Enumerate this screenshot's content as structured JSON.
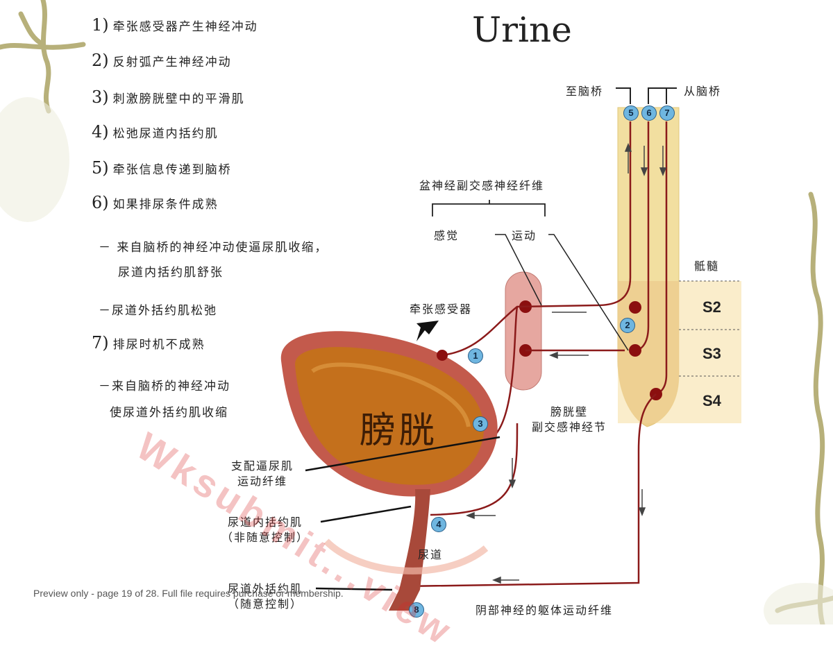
{
  "title": "Urine",
  "steps": [
    {
      "num": "1)",
      "text": "牵张感受器产生神经冲动"
    },
    {
      "num": "2)",
      "text": "反射弧产生神经冲动"
    },
    {
      "num": "3)",
      "text": "刺激膀胱壁中的平滑肌"
    },
    {
      "num": "4)",
      "text": "松弛尿道内括约肌"
    },
    {
      "num": "5)",
      "text": "牵张信息传递到脑桥"
    },
    {
      "num": "6)",
      "text": "如果排尿条件成熟"
    },
    {
      "num": "7)",
      "text": "排尿时机不成熟"
    }
  ],
  "sub_notes": {
    "s6a_line1": "－ 来自脑桥的神经冲动使逼尿肌收缩，",
    "s6a_line2": "尿道内括约肌舒张",
    "s6b": "－尿道外括约肌松弛",
    "s7_line1": "－来自脑桥的神经冲动",
    "s7_line2": "使尿道外括约肌收缩"
  },
  "labels": {
    "to_pons": "至脑桥",
    "from_pons": "从脑桥",
    "pelvic_nerve": "盆神经副交感神经纤维",
    "sensory": "感觉",
    "motor": "运动",
    "sacral_cord": "骶髓",
    "stretch_receptor": "牵张感受器",
    "bladder": "膀胱",
    "ganglion_line1": "膀胱壁",
    "ganglion_line2": "副交感神经节",
    "detrusor_line1": "支配逼尿肌",
    "detrusor_line2": "运动纤维",
    "internal_sphincter_line1": "尿道内括约肌",
    "internal_sphincter_line2": "（非随意控制）",
    "urethra": "尿道",
    "external_sphincter_line1": "尿道外括约肌",
    "external_sphincter_line2": "（随意控制）",
    "pudendal": "阴部神经的躯体运动纤维"
  },
  "segments": [
    "S2",
    "S3",
    "S4"
  ],
  "markers": [
    "1",
    "2",
    "3",
    "4",
    "5",
    "6",
    "7",
    "8"
  ],
  "watermark": "Wksubmit...view",
  "footer": "Preview only - page 19 of 28. Full file requires purchase or membership.",
  "colors": {
    "nerve": "#8b1a1a",
    "bladder": "#c4701c",
    "cord": "#f2dfa0",
    "marker": "#6fb6e0"
  }
}
